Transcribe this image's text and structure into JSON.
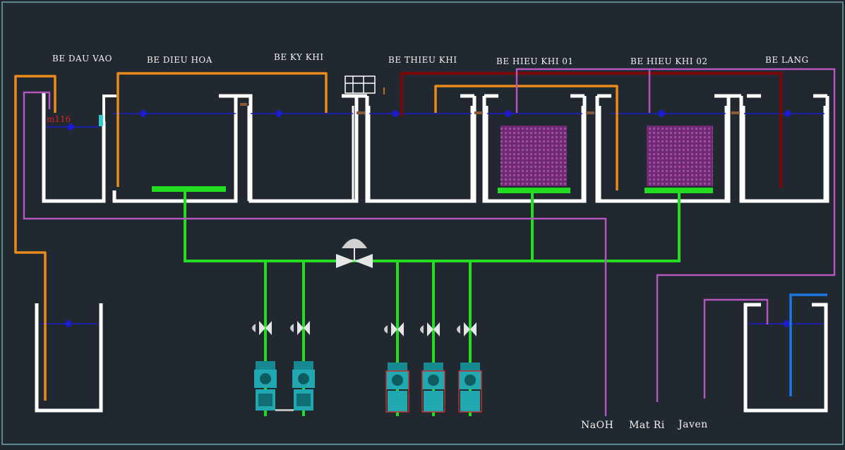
{
  "tanks": {
    "be_dau_vao": "BE DAU VAO",
    "be_dieu_hoa": "BE DIEU HOA",
    "be_ky_khi": "BE KY KHI",
    "be_thieu_khi": "BE THIEU KHI",
    "be_hieu_khi_01": "BE HIEU KHI 01",
    "be_hieu_khi_02": "BE HIEU KHI 02",
    "be_lang": "BE LANG"
  },
  "level_tag": "m116",
  "chemicals": {
    "naoh": "NaOH",
    "mat_ri": "Mat Ri",
    "javen": "Javen"
  },
  "colors": {
    "background": "#212830",
    "tank_wall": "#ffffff",
    "water_level": "#1d1dd0",
    "air_line": "#22dd22",
    "sludge_line": "#e98a1c",
    "return_line": "#7a0a0a",
    "chemical_line": "#b455c0",
    "treated_line": "#1a78e0",
    "media": "#8a3a8a",
    "blower": "#22a8b0"
  }
}
